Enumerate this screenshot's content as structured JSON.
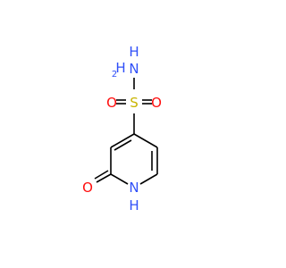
{
  "atoms": {
    "nh2_n": "N",
    "nh2_h": "H",
    "sulfur": "S",
    "oxygen_left": "O",
    "oxygen_right": "O",
    "carbonyl_oxygen": "O",
    "ring_n": "N",
    "ring_h": "H"
  },
  "colors": {
    "nitrogen": "#3050f8",
    "oxygen": "#ff0d0d",
    "sulfur": "#c8b400",
    "bond": "#000000"
  }
}
